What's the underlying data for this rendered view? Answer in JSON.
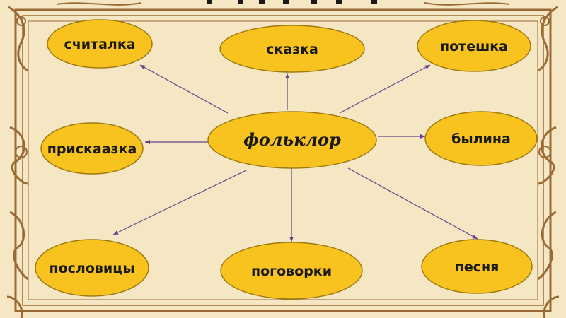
{
  "colors": {
    "background": "#f6e7c4",
    "node_fill": "#f9c31f",
    "node_stroke": "#a07a10",
    "arrow": "#6a3f8a",
    "frame": "#9a6a35"
  },
  "diagram": {
    "center": {
      "label": "фольклор"
    },
    "nodes": [
      {
        "label": "считалка"
      },
      {
        "label": "сказка"
      },
      {
        "label": "потешка"
      },
      {
        "label": "прискаазка"
      },
      {
        "label": "былина"
      },
      {
        "label": "пословицы"
      },
      {
        "label": "поговорки"
      },
      {
        "label": "песня"
      }
    ]
  }
}
